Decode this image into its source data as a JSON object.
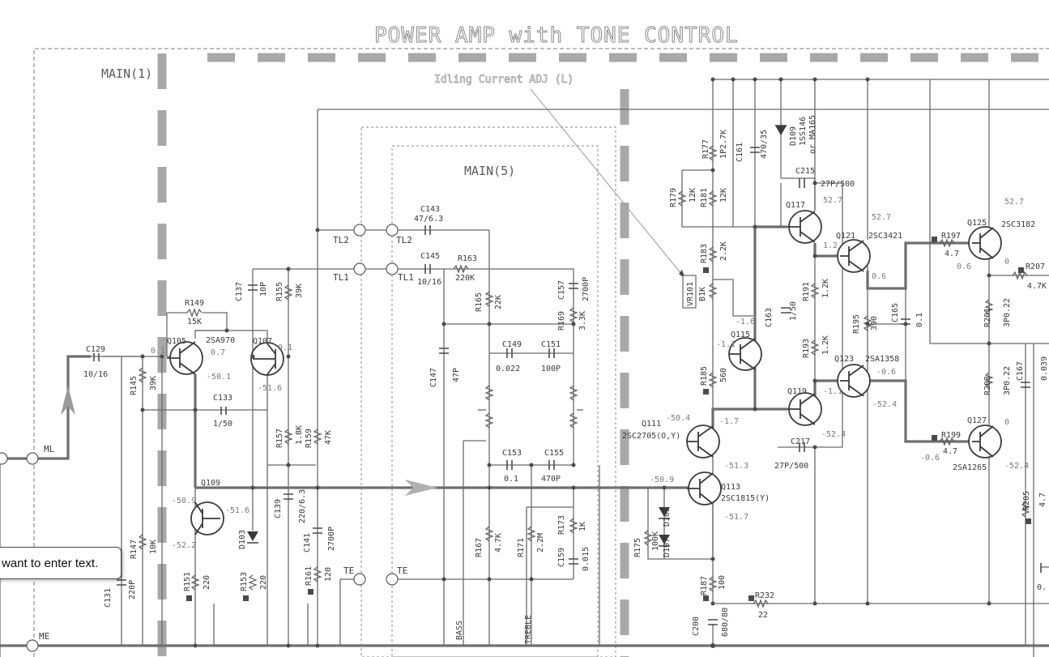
{
  "title": "POWER  AMP  with  TONE  CONTROL",
  "blocks": {
    "main1": "MAIN(1)",
    "main5": "MAIN(5)"
  },
  "annotation": "Idling  Current  ADJ (L)",
  "tooltip": "want to enter text.",
  "terminals": {
    "tl2_a": "TL2",
    "tl2_b": "TL2",
    "tl1_a": "TL1",
    "tl1_b": "TL1",
    "te_a": "TE",
    "te_b": "TE",
    "ml": "ML",
    "me": "ME"
  },
  "tone_labels": {
    "bass": "BASS",
    "treble": "TREBLE"
  },
  "components": {
    "c129": "C129",
    "c129_v": "10/16",
    "r145": "R145",
    "r145_v": "39K",
    "r147": "R147",
    "r147_v": "10K",
    "c131": "C131",
    "c131_v": "220P",
    "r149": "R149",
    "r149_v": "15K",
    "q105": "Q105",
    "q107": "Q107",
    "q105_part": "2SA970",
    "c133": "C133",
    "c133_v": "1/50",
    "c137": "C137",
    "c137_v": "10P",
    "r155": "R155",
    "r155_v": "39K",
    "r157": "R157",
    "r157_v": "1.8K",
    "r159": "R159",
    "r159_v": "47K",
    "q109": "Q109",
    "c139": "C139",
    "c139_v": "220/6.3",
    "c141": "C141",
    "c141_v": "2700P",
    "d103": "D103",
    "r151": "R151",
    "r151_v": "220",
    "r153": "R153",
    "r153_v": "220",
    "r161": "R161",
    "r161_v": "120",
    "c143": "C143",
    "c143_v": "47/6.3",
    "c145": "C145",
    "c145_v": "10/16",
    "r163": "R163",
    "r163_v": "220K",
    "r165": "R165",
    "r165_v": "22K",
    "c157": "C157",
    "c157_v": "2700P",
    "r169": "R169",
    "r169_v": "3.3K",
    "c149": "C149",
    "c149_v": "0.022",
    "c151": "C151",
    "c151_v": "100P",
    "c147": "C147",
    "c147_v": "47P",
    "c153": "C153",
    "c153_v": "0.1",
    "c155": "C155",
    "c155_v": "470P",
    "r167": "R167",
    "r167_v": "4.7K",
    "r171": "R171",
    "r171_v": "2.2M",
    "r173": "R173",
    "r173_v": "1K",
    "c159": "C159",
    "c159_v": "0.015",
    "r177": "R177",
    "r177_v": "1P2.7K",
    "c161": "C161",
    "c161_v": "470/35",
    "d109": "D109",
    "d109_v": "1SS146",
    "d109_v2": "or MA165",
    "c215": "C215",
    "c215_v": "27P/500",
    "r179": "R179",
    "r179_v": "12K",
    "r181": "R181",
    "r181_v": "12K",
    "q117": "Q117",
    "r183": "R183",
    "r183_v": "2.2K",
    "vr101": "VR101",
    "vr101_v": "B1K",
    "q121": "Q121",
    "q121_part": "2SC3421",
    "q125": "Q125",
    "q125_part": "2SC3182",
    "r197": "R197",
    "r197_v": "4.7",
    "r207": "R207",
    "r207_v": "4.7K",
    "q115": "Q115",
    "c163": "C163",
    "c163_v": "1/50",
    "r191": "R191",
    "r191_v": "1.2K",
    "r195": "R195",
    "r195_v": "390",
    "c165": "C165",
    "c165_v": "0.1",
    "r201": "R201",
    "r201_v": "3P0.22",
    "r193": "R193",
    "r193_v": "1.2K",
    "q123": "Q123",
    "q123_part": "2SA1358",
    "r185": "R185",
    "r185_v": "560",
    "q119": "Q119",
    "r203": "R203",
    "r203_v": "3P0.22",
    "c167": "C167",
    "c167_v": "0.039",
    "q111": "Q111",
    "q111_part": "2SC2705(O,Y)",
    "c217": "C217",
    "c217_v": "27P/500",
    "r199": "R199",
    "r199_v": "4.7",
    "q127": "Q127",
    "q127_part": "2SA1265",
    "q113": "Q113",
    "q113_part": "2SC1815(Y)",
    "r175": "R175",
    "r175_v": "100K",
    "d105": "D105",
    "d107": "D107",
    "r205": "R205",
    "r205_v": "4.7",
    "r187": "R187",
    "r187_v": "100",
    "r232": "R232",
    "r232_v": "22",
    "c200": "C200",
    "c200_v": "680/80",
    "c_edge": "0."
  },
  "voltages": {
    "v_q105_b": "0.1",
    "v_q105_e": "0.7",
    "v_q107": "0.1",
    "v_q105_c": "-50.1",
    "v_q107_c": "-51.6",
    "v_q109_e": "-50.9",
    "v_q109_b": "-51.6",
    "v_q109_c": "-52.2",
    "v_q117_c": "52.7",
    "v_q121_c": "52.7",
    "v_q125_c": "52.7",
    "v_q121_b": "1.2",
    "v_q121_e": "0.6",
    "v_q125_e": "0.6",
    "v_q125_out": "0",
    "v_q115_c": "-1.6",
    "v_q115_b": "-1.1",
    "v_q123_e": "-0.6",
    "v_q119_b": "-1.1",
    "v_q123_c": "-52.4",
    "v_q111_c": "-50.4",
    "v_q111_e": "-1.7",
    "v_q113_c": "-51.3",
    "v_q113_e": "-50.9",
    "v_q113_b": "-51.7",
    "v_q119_c": "-52.4",
    "v_q127_b": "-0.6",
    "v_q127_e": "0",
    "v_q127_c": "-52.4"
  }
}
